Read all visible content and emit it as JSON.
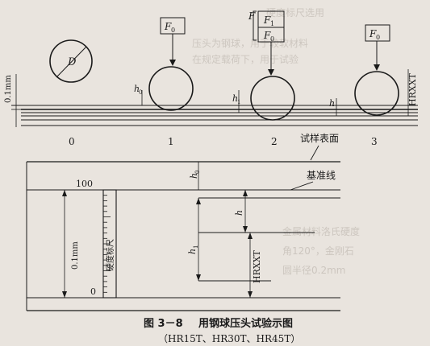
{
  "top": {
    "p_01mm": "0.1mm",
    "p_D": "D",
    "p_F0": "F",
    "p_F0_sub": "0",
    "p_F": "F",
    "p_F1": "F",
    "p_F1_sub": "1",
    "p_h0": "h",
    "p_h0_sub": "0",
    "p_h1": "h",
    "p_h1_sub": "1",
    "p_h": "h",
    "p_hrxxt": "HRXXT",
    "p_0": "0",
    "p_1": "1",
    "p_2": "2",
    "p_3": "3",
    "p_surface": "试样表面"
  },
  "bottom": {
    "p_100": "100",
    "p_0": "0",
    "p_01mm": "0.1mm",
    "p_scale": "硬度标尺",
    "p_h0": "h",
    "p_h0_sub": "0",
    "p_h": "h",
    "p_h1": "h",
    "p_h1_sub": "1",
    "p_baseline": "基准线",
    "p_hrxxt": "HRXXT"
  },
  "caption": {
    "title_num": "图 3－8",
    "title_text": "用钢球压头试验示图",
    "sub": "（HR15T、HR30T、HR45T）"
  }
}
